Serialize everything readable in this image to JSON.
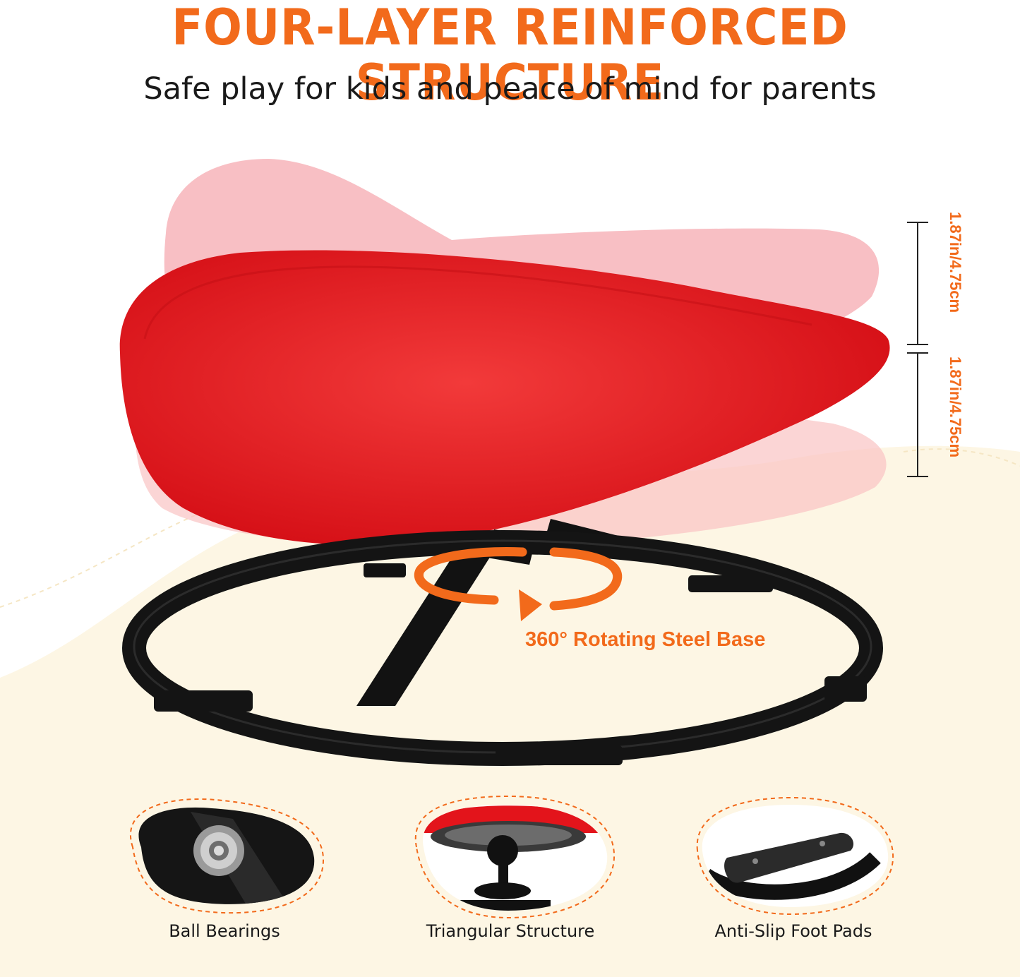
{
  "headline": "FOUR-LAYER REINFORCED STRUCTURE",
  "subheadline": "Safe play for kids and peace of mind for parents",
  "dimensions": {
    "upper": "1.87in/4.75cm",
    "lower": "1.87in/4.75cm"
  },
  "base_callout": "360° Rotating Steel Base",
  "details": [
    {
      "caption": "Ball Bearings",
      "icon": "ball-bearing-closeup"
    },
    {
      "caption": "Triangular Structure",
      "icon": "triangular-structure-closeup"
    },
    {
      "caption": "Anti-Slip Foot Pads",
      "icon": "foot-pad-closeup"
    }
  ],
  "colors": {
    "accent": "#f26a1b",
    "seat": "#e3141b",
    "seat_ghost": "#f7a7a8",
    "base": "#111111",
    "cream": "#fdf6e4"
  }
}
